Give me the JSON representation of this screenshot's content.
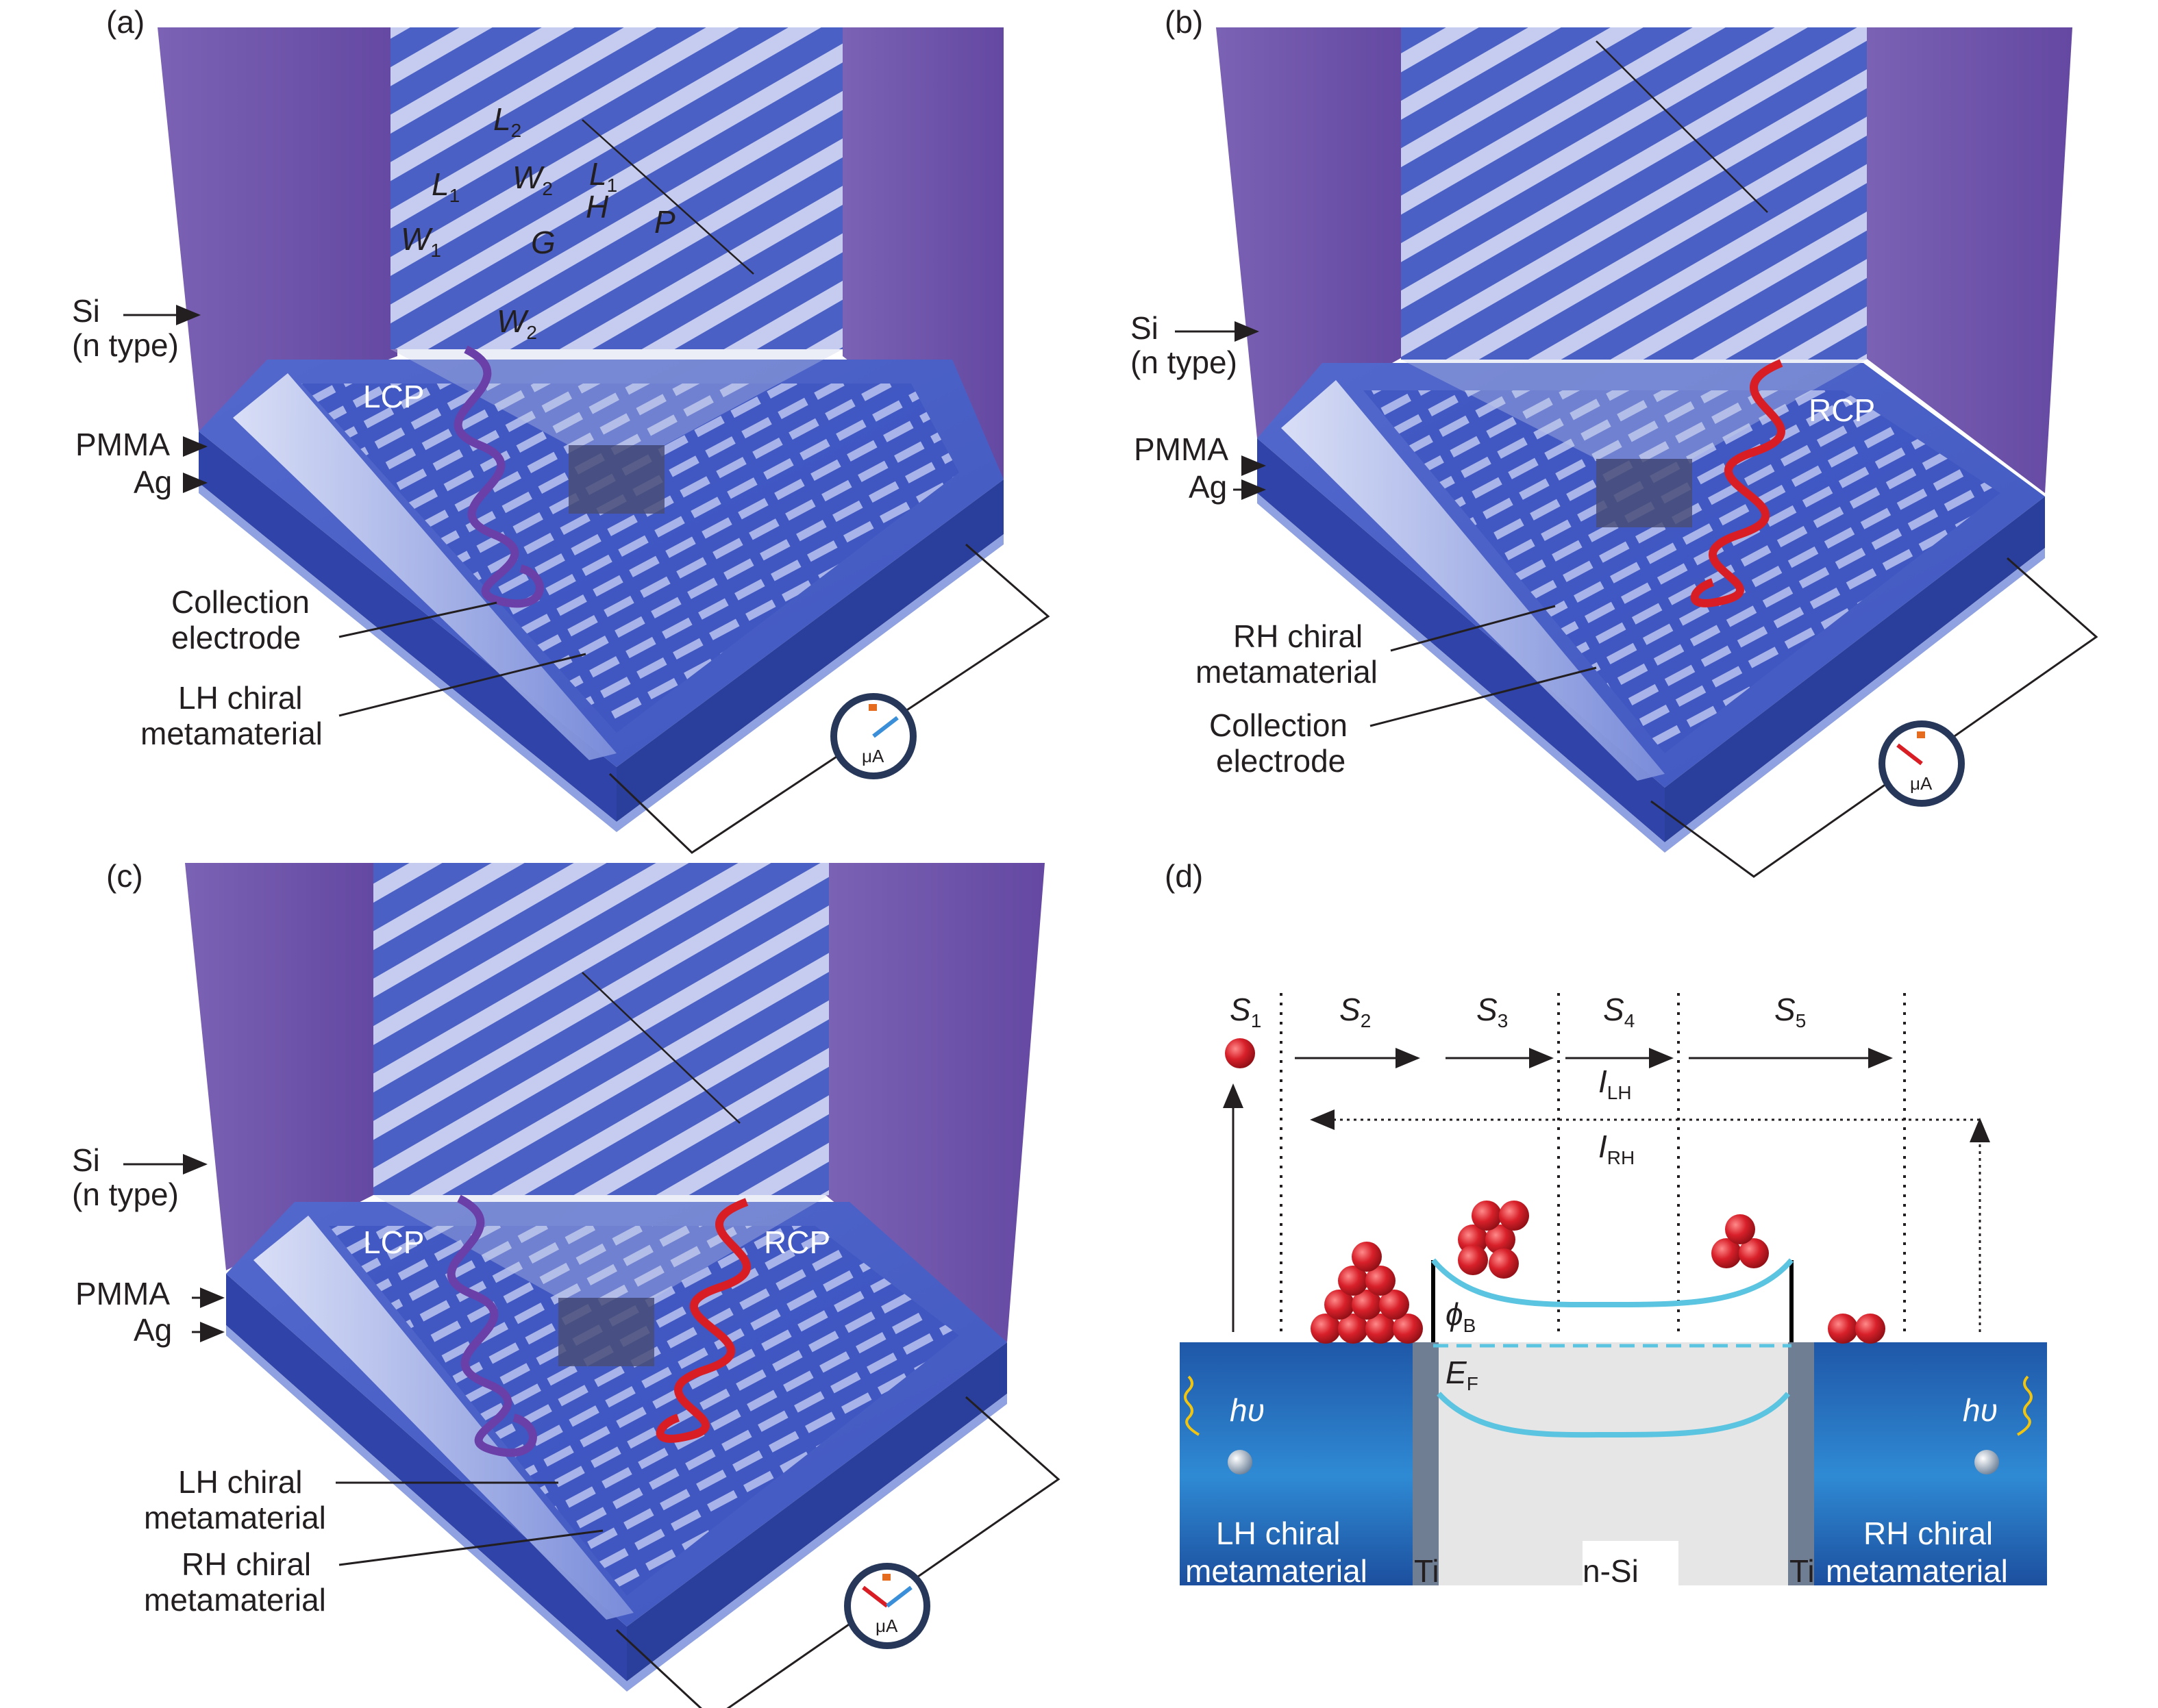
{
  "panel_a": {
    "tag": "(a)",
    "si": "Si",
    "si_type": "(n type)",
    "pmma": "PMMA",
    "ag": "Ag",
    "light": "LCP",
    "collection_1": "Collection",
    "collection_2": "electrode",
    "chiral_1": "LH chiral",
    "chiral_2": "metamaterial",
    "meter": "μA",
    "dims": [
      "L",
      "W",
      "L",
      "H",
      "P",
      "G",
      "W",
      "L",
      "W"
    ],
    "subs": [
      "2",
      "2",
      "1",
      "1",
      "1",
      "2"
    ]
  },
  "panel_b": {
    "tag": "(b)",
    "si": "Si",
    "si_type": "(n type)",
    "pmma": "PMMA",
    "ag": "Ag",
    "light": "RCP",
    "chiral_1": "RH chiral",
    "chiral_2": "metamaterial",
    "collection_1": "Collection",
    "collection_2": "electrode",
    "meter": "μA"
  },
  "panel_c": {
    "tag": "(c)",
    "si": "Si",
    "si_type": "(n type)",
    "pmma": "PMMA",
    "ag": "Ag",
    "light_left": "LCP",
    "light_right": "RCP",
    "lh_1": "LH chiral",
    "lh_2": "metamaterial",
    "rh_1": "RH chiral",
    "rh_2": "metamaterial",
    "meter": "μA"
  },
  "panel_d": {
    "tag": "(d)",
    "steps": [
      "S",
      "S",
      "S",
      "S",
      "S"
    ],
    "step_subs": [
      "1",
      "2",
      "3",
      "4",
      "5"
    ],
    "i_lh": "I",
    "i_lh_sub": "LH",
    "i_rh": "I",
    "i_rh_sub": "RH",
    "phi": "ϕ",
    "phi_sub": "B",
    "ef": "E",
    "ef_sub": "F",
    "hv": "hυ",
    "left_block_1": "LH chiral",
    "left_block_2": "metamaterial",
    "ti": "Ti",
    "nsi": "n-Si",
    "right_block_1": "RH chiral",
    "right_block_2": "metamaterial"
  },
  "colors": {
    "si_purple": "#6f56a8",
    "substrate_blue": "#3a55c2",
    "inset_blue": "#4a5fc0",
    "strip_light": "#c8cff0",
    "lcp_purple": "#6a3fa8",
    "rcp_red": "#d81e24",
    "band_cyan": "#5bc4e0",
    "ball_red": "#d8202a"
  }
}
